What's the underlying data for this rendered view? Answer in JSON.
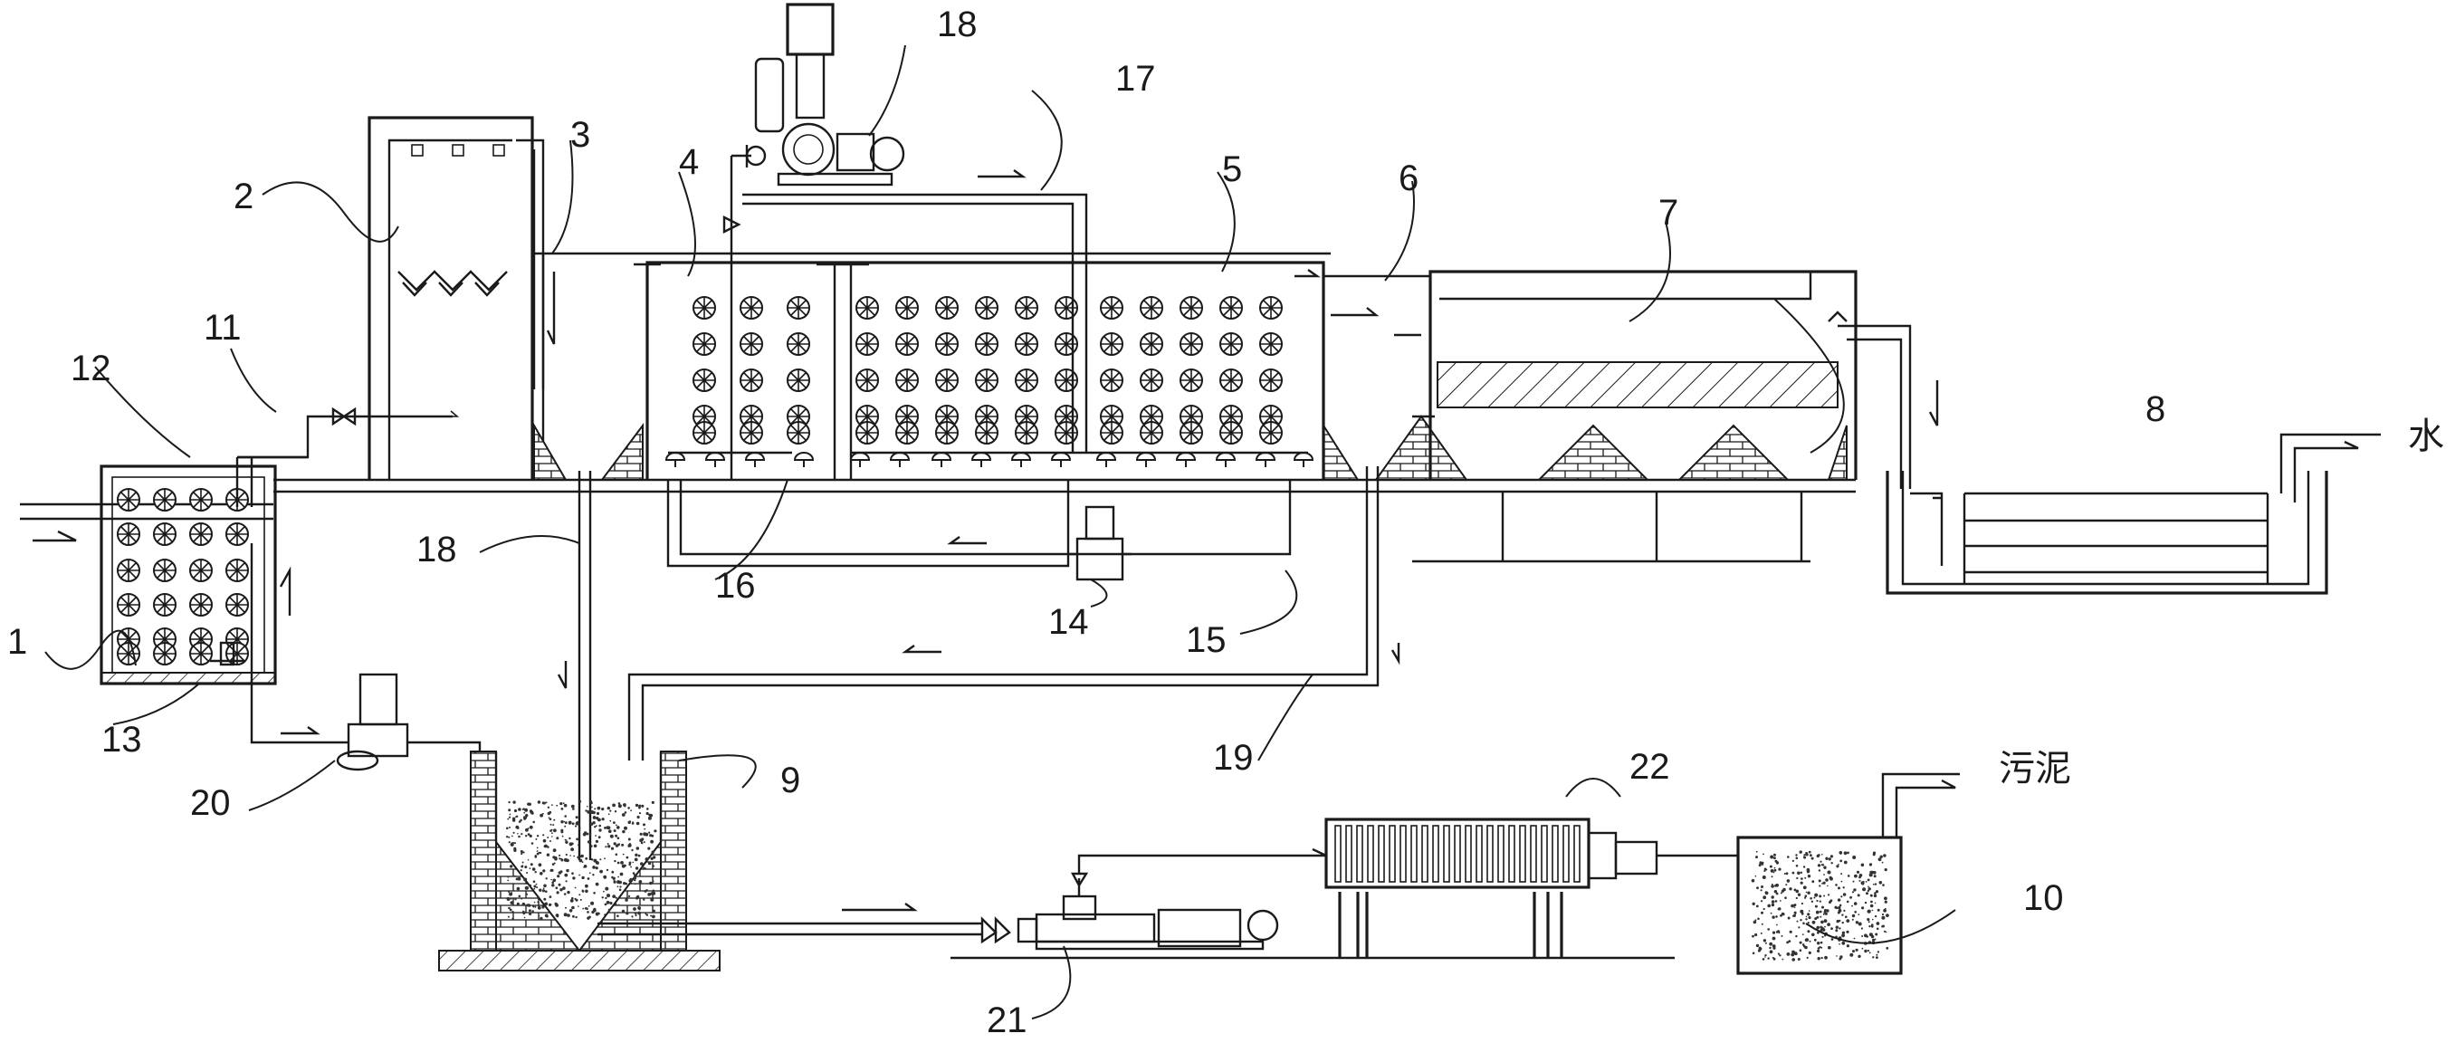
{
  "labels": {
    "l1": "1",
    "l2": "2",
    "l3": "3",
    "l4": "4",
    "l5": "5",
    "l6": "6",
    "l7": "7",
    "l8": "8",
    "l9": "9",
    "l10": "10",
    "l11": "11",
    "l12": "12",
    "l13": "13",
    "l14": "14",
    "l15": "15",
    "l16": "16",
    "l17": "17",
    "l18a": "18",
    "l18b": "18",
    "l19": "19",
    "l20": "20",
    "l21": "21",
    "l22": "22"
  },
  "text": {
    "water": "水",
    "sludge": "污泥"
  }
}
